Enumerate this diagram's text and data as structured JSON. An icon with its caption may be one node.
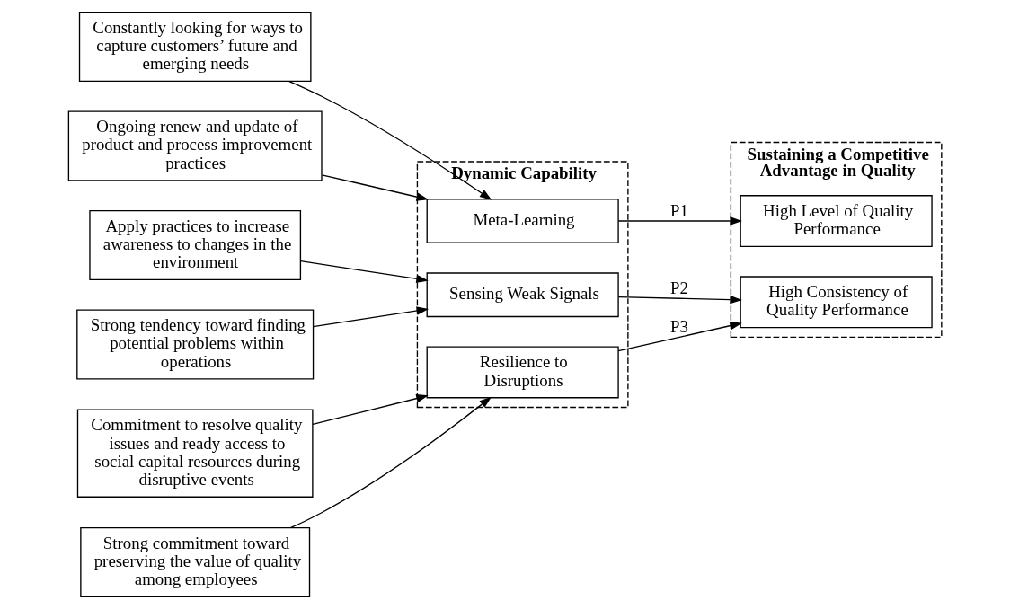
{
  "diagram": {
    "nodes": [
      {
        "text": [
          "Constantly looking for ways to capture customers’ future and emerging needs"
        ]
      },
      {
        "text": [
          "Ongoing renew and update of product and process improvement practices"
        ]
      },
      {
        "text": [
          "Apply practices to increase awareness to changes in the environment"
        ]
      },
      {
        "text": [
          "Strong tendency toward finding potential problems within operations"
        ]
      },
      {
        "text": [
          "Commitment to resolve quality issues and ready access to social capital resources during disruptive events"
        ]
      },
      {
        "text": [
          "Strong commitment toward preserving the value of quality among employees"
        ]
      },
      {
        "text": [
          "Dynamic Capability"
        ]
      },
      {
        "text": [
          "Meta-Learning"
        ],
        "in": 6
      },
      {
        "text": [
          "Sensing Weak Signals"
        ],
        "in": 6
      },
      {
        "text": [
          "Resilience to Disruptions"
        ],
        "in": 6
      },
      {
        "text": [
          "Sustaining a Competitive Advantage in Quality"
        ]
      },
      {
        "text": [
          "High Level of Quality Performance"
        ],
        "in": 10
      },
      {
        "text": [
          "High Consistency of Quality Performance"
        ],
        "in": 10
      }
    ],
    "edges": [
      {
        "from": 0,
        "to": 7,
        "arrow": "to"
      },
      {
        "from": 1,
        "to": 7,
        "arrow": "to"
      },
      {
        "from": 2,
        "to": 8,
        "arrow": "to"
      },
      {
        "from": 3,
        "to": 8,
        "arrow": "to"
      },
      {
        "from": 4,
        "to": 9,
        "arrow": "to"
      },
      {
        "from": 5,
        "to": 9,
        "arrow": "to"
      },
      {
        "from": 7,
        "to": 11,
        "arrow": "to",
        "label": "P1"
      },
      {
        "from": 8,
        "to": 12,
        "arrow": "to",
        "label": "P2"
      },
      {
        "from": 9,
        "to": 12,
        "arrow": "to",
        "label": "P3"
      }
    ]
  }
}
